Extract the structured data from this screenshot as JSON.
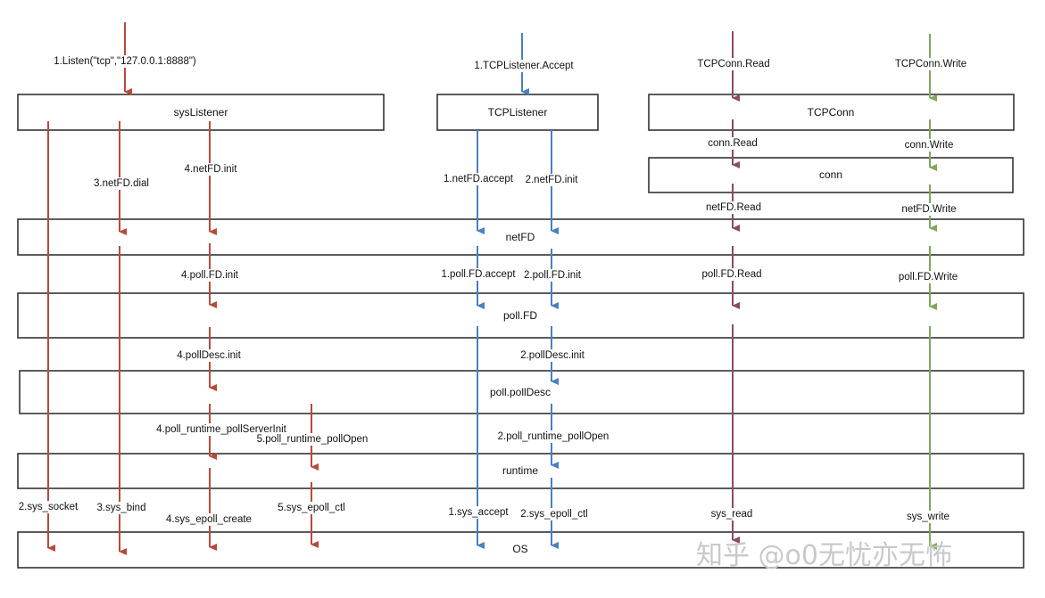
{
  "colors": {
    "listen": "#b84a3a",
    "accept": "#4a7fc4",
    "read": "#8a4a68",
    "write": "#7ea85a"
  },
  "boxes": {
    "sysListener": "sysListener",
    "TCPListener": "TCPListener",
    "TCPConn": "TCPConn",
    "conn": "conn",
    "netFD": "netFD",
    "pollFD": "poll.FD",
    "pollDesc": "poll.pollDesc",
    "runtime": "runtime",
    "os": "OS"
  },
  "labels": {
    "listen": "1.Listen(\"tcp\",\"127.0.0.1:8888\")",
    "accept": "1.TCPListener.Accept",
    "tcpconn_read": "TCPConn.Read",
    "tcpconn_write": "TCPConn.Write",
    "conn_read": "conn.Read",
    "conn_write": "conn.Write",
    "netfd_dial": "3.netFD.dial",
    "netfd_init_4": "4.netFD.init",
    "netfd_accept": "1.netFD.accept",
    "netfd_init_2": "2.netFD.init",
    "netfd_read": "netFD.Read",
    "netfd_write": "netFD.Write",
    "pollfd_init_4": "4.poll.FD.init",
    "pollfd_accept": "1.poll.FD.accept",
    "pollfd_init_2": "2.poll.FD.init",
    "pollfd_read": "poll.FD.Read",
    "pollfd_write": "poll.FD.Write",
    "polldesc_init_4": "4.pollDesc.init",
    "polldesc_init_2": "2.pollDesc.init",
    "pollserverinit": "4.poll_runtime_pollServerInit",
    "pollopen_5": "5.poll_runtime_pollOpen",
    "pollopen_2": "2.poll_runtime_pollOpen",
    "sys_socket": "2.sys_socket",
    "sys_bind": "3.sys_bind",
    "sys_epoll_create": "4.sys_epoll_create",
    "sys_epoll_ctl_5": "5.sys_epoll_ctl",
    "sys_accept": "1.sys_accept",
    "sys_epoll_ctl_2": "2.sys_epoll_ctl",
    "sys_read": "sys_read",
    "sys_write": "sys_write"
  },
  "watermark": "知乎 @o0无忧亦无怖"
}
